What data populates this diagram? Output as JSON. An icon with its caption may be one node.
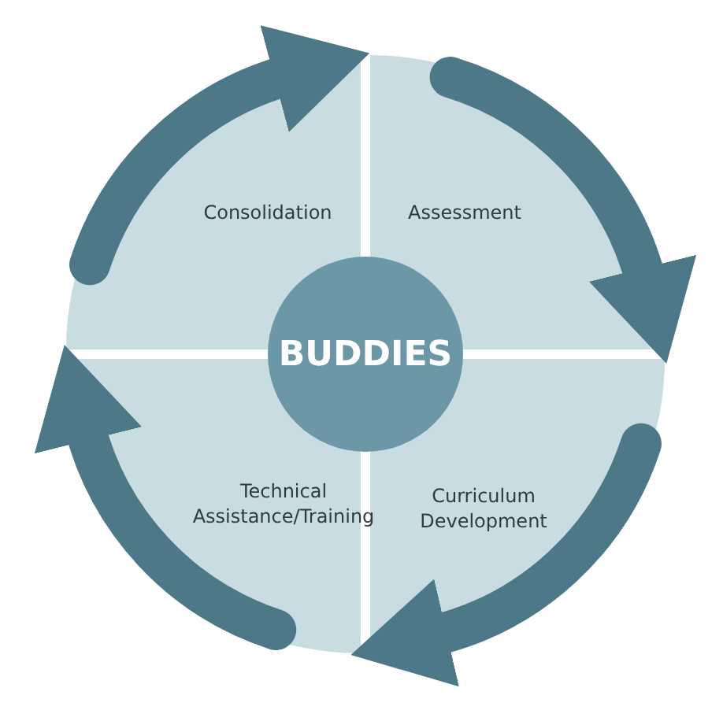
{
  "diagram": {
    "nodes": [
      {
        "text": [
          "BUDDIES"
        ]
      },
      {
        "text": [
          "Consolidation"
        ]
      },
      {
        "text": [
          "Assessment"
        ]
      },
      {
        "text": [
          "Curriculum Development"
        ]
      },
      {
        "text": [
          "Technical Assistance/Training"
        ]
      }
    ],
    "edges": [
      {
        "from": 1,
        "to": 2,
        "arrow": "to"
      },
      {
        "from": 2,
        "to": 3,
        "arrow": "to"
      },
      {
        "from": 3,
        "to": 4,
        "arrow": "to"
      },
      {
        "from": 4,
        "to": 1,
        "arrow": "to"
      }
    ]
  }
}
